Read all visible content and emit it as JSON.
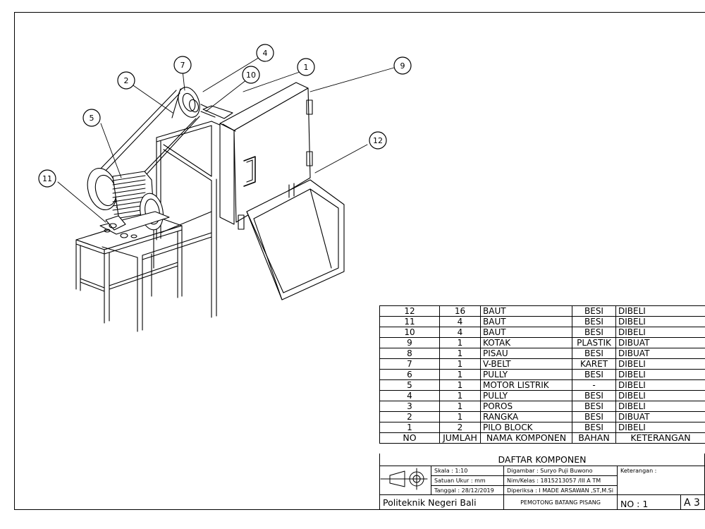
{
  "callouts": [
    "1",
    "2",
    "4",
    "5",
    "7",
    "9",
    "10",
    "11",
    "12"
  ],
  "components": {
    "columns": [
      "NO",
      "JUMLAH",
      "NAMA KOMPONEN",
      "BAHAN",
      "KETERANGAN"
    ],
    "rows": [
      {
        "no": "12",
        "jumlah": "16",
        "nama": "BAUT",
        "bahan": "BESI",
        "keterangan": "DIBELI"
      },
      {
        "no": "11",
        "jumlah": "4",
        "nama": "BAUT",
        "bahan": "BESI",
        "keterangan": "DIBELI"
      },
      {
        "no": "10",
        "jumlah": "4",
        "nama": "BAUT",
        "bahan": "BESI",
        "keterangan": "DIBELI"
      },
      {
        "no": "9",
        "jumlah": "1",
        "nama": "KOTAK",
        "bahan": "PLASTIK",
        "keterangan": "DIBUAT"
      },
      {
        "no": "8",
        "jumlah": "1",
        "nama": "PISAU",
        "bahan": "BESI",
        "keterangan": "DIBUAT"
      },
      {
        "no": "7",
        "jumlah": "1",
        "nama": "V-BELT",
        "bahan": "KARET",
        "keterangan": "DIBELI"
      },
      {
        "no": "6",
        "jumlah": "1",
        "nama": "PULLY",
        "bahan": "BESI",
        "keterangan": "DIBELI"
      },
      {
        "no": "5",
        "jumlah": "1",
        "nama": "MOTOR LISTRIK",
        "bahan": "-",
        "keterangan": "DIBELI"
      },
      {
        "no": "4",
        "jumlah": "1",
        "nama": "PULLY",
        "bahan": "BESI",
        "keterangan": "DIBELI"
      },
      {
        "no": "3",
        "jumlah": "1",
        "nama": "POROS",
        "bahan": "BESI",
        "keterangan": "DIBELI"
      },
      {
        "no": "2",
        "jumlah": "1",
        "nama": "RANGKA",
        "bahan": "BESI",
        "keterangan": "DIBUAT"
      },
      {
        "no": "1",
        "jumlah": "2",
        "nama": "PILO BLOCK",
        "bahan": "BESI",
        "keterangan": "DIBELI"
      }
    ],
    "caption": "DAFTAR KOMPONEN"
  },
  "title_block": {
    "skala": "Skala : 1:10",
    "satuan": "Satuan Ukur : mm",
    "tanggal": "Tanggal : 28/12/2019",
    "digambar": "Digambar : Suryo Puji Buwono",
    "nim": "Nim/Kelas : 1815213057 /III A TM",
    "diperiksa": "Diperiksa : I MADE ARSAWAN ,ST,M.Si",
    "keterangan": "Keterangan :",
    "institution": "Politeknik Negeri Bali",
    "drawing_title": "PEMOTONG BATANG PISANG",
    "number": "NO : 1",
    "paper_size": "A 3"
  }
}
